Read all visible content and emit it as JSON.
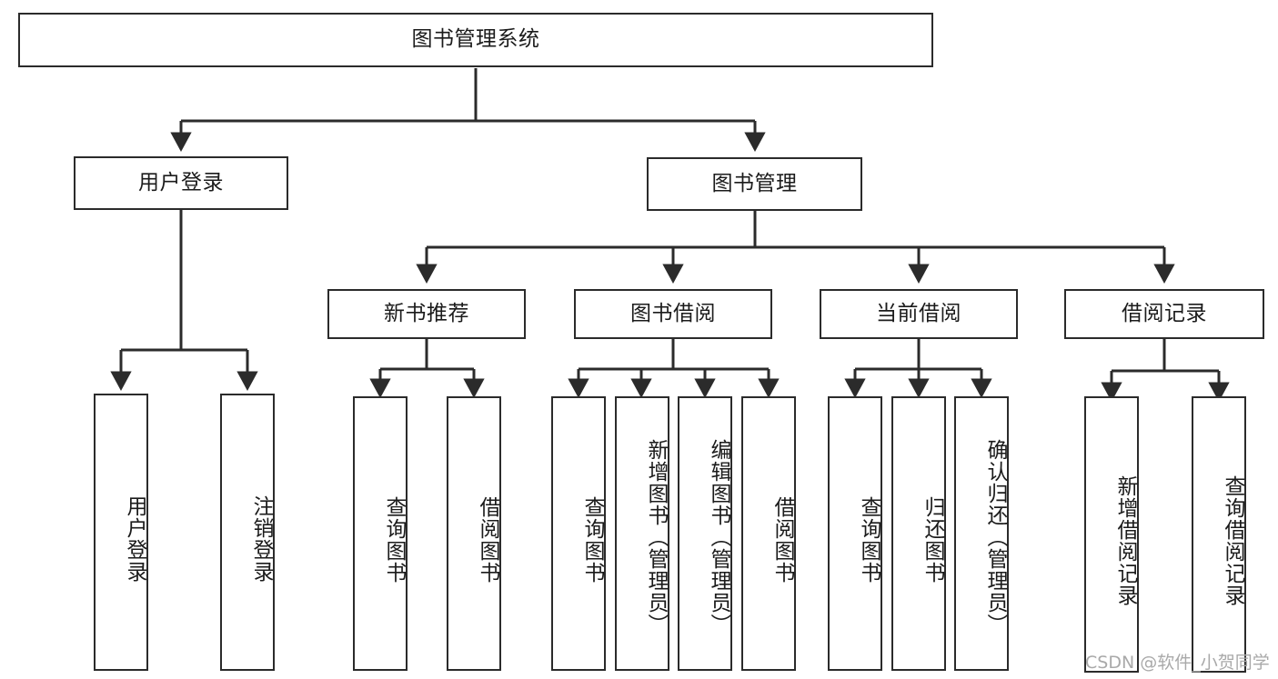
{
  "diagram": {
    "title": "图书管理系统",
    "type": "tree-hierarchy-chart",
    "root": {
      "label": "图书管理系统"
    },
    "level2": [
      {
        "label": "用户登录"
      },
      {
        "label": "图书管理"
      }
    ],
    "level3": [
      {
        "label": "新书推荐"
      },
      {
        "label": "图书借阅"
      },
      {
        "label": "当前借阅"
      },
      {
        "label": "借阅记录"
      }
    ],
    "leaves": {
      "user_login": [
        {
          "label": "用户登录"
        },
        {
          "label": "注销登录"
        }
      ],
      "new_book_recommend": [
        {
          "label": "查询图书"
        },
        {
          "label": "借阅图书"
        }
      ],
      "book_borrow": [
        {
          "label": "查询图书"
        },
        {
          "label": "新增图书（管理员）"
        },
        {
          "label": "编辑图书（管理员）"
        },
        {
          "label": "借阅图书"
        }
      ],
      "current_borrow": [
        {
          "label": "查询图书"
        },
        {
          "label": "归还图书"
        },
        {
          "label": "确认归还（管理员）"
        }
      ],
      "borrow_record": [
        {
          "label": "新增借阅记录"
        },
        {
          "label": "查询借阅记录"
        }
      ]
    }
  },
  "watermark": {
    "text": "CSDN @软件_小贺同学"
  },
  "colors": {
    "border": "#2b2b2b",
    "connector": "#2b2b2b",
    "background": "#ffffff",
    "text": "#1b1b1b",
    "watermark": "#a9a9a9"
  }
}
